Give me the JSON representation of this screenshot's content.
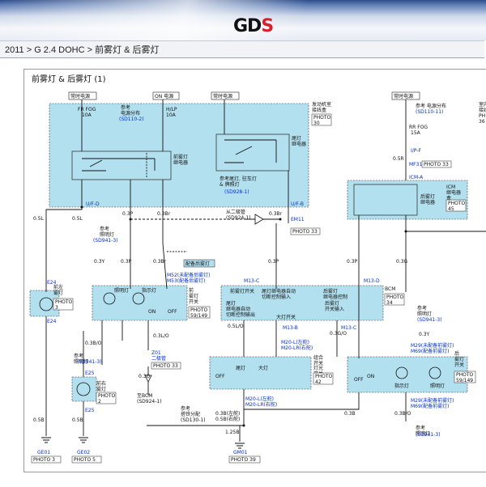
{
  "app": {
    "logo_text": "GD",
    "logo_mark": "S",
    "brand_color": "#d4212a"
  },
  "breadcrumb": "2011 > G 2.4 DOHC > 前雾灯 & 后雾灯",
  "diagram": {
    "title": "前雾灯 & 后雾灯 (1)",
    "hot_label": "常时电源",
    "on_label": "ON 电源",
    "fuse_fog": "FR FOG",
    "fuse_fog_amp": "10A",
    "fuse_hlp": "H/LP",
    "fuse_hlp_amp": "10A",
    "ref_power": "参考\n电源分布",
    "ref_power_code": "(SD110-2)",
    "relay_front": "前雾灯\n继电器",
    "relay_tail": "尾灯\n继电器",
    "ref_tail": "参考尾灯, 驻车灯\n& 牌照灯",
    "ref_tail_code": "(SD928-1)",
    "engine_box": "发动机室\n接线盒",
    "engine_photo": "PHOTO\n30",
    "ref_power2": "参考 电源分布",
    "ref_power2_code": "(SD110-11)",
    "fuse_rr": "RR FOG",
    "fuse_rr_amp": "15A",
    "room_box": "室内\n接线\nPH\n36",
    "icm_title": "ICM\n继电器\n盒",
    "relay_rear": "后雾灯\n继电器",
    "photo45": "PHOTO\n45",
    "photo33a": "PHOTO 33",
    "photo33b": "PHOTO 33",
    "photo33c": "PHOTO 33",
    "connector_uf_d": "U/F-D",
    "connector_uf_b": "U/F-B",
    "connector_uf_f": "I/P-F",
    "connector_mf31": "MF31",
    "connector_icma": "ICM-A",
    "connector_em11": "EM11",
    "from_diode": "从二极管\n(SD924-1)",
    "switch_title": "前\n雾灯\n开关",
    "switch_photo": "PHOTO\n59/149",
    "ref_light": "参考\n照明灯",
    "ref_light_code": "(SD941-3)",
    "m52": "M52(未配备后雾灯)",
    "m53": "M53(配备后雾灯)",
    "with_rear": "配备后雾灯",
    "bcm_title": "BCM",
    "bcm_photo": "PHOTO\n34",
    "bcm_front_sw": "前雾灯开关",
    "bcm_tail_auto": "尾灯继电器自动\n切断控制输入",
    "bcm_rear_sw": "后雾灯\n开关输入",
    "bcm_rear_relay": "后雾灯\n继电器控制",
    "bcm_tail_ctrl": "尾灯\n继电器自动\n切断控制输出",
    "bcm_tail_sw": "大灯开关",
    "m13b": "M13-B",
    "m13c": "M13-C",
    "m13d": "M13-D",
    "m20l": "M20-L(左舵)",
    "m20r": "M20-LR(右舵)",
    "combo_title": "组合\n开关",
    "lamp_switch": "灯光\n开关",
    "photo42": "PHOTO\n42",
    "z01": "Z01\n二极管",
    "to_bcm": "至BCM\n(SD924-1)",
    "ref_ground": "参考\n搭铁分配\n(SD130-1)",
    "gm01": "GM01",
    "photo39": "PHOTO 39",
    "left_fog": "前左\n雾灯",
    "left_photo": "PHOTO\n3",
    "right_fog": "前右\n雾灯",
    "right_photo": "PHOTO\n2",
    "e24": "E24",
    "e25": "E25",
    "ge01": "GE01",
    "ge02": "GE02",
    "photo3": "PHOTO 3",
    "photo5": "PHOTO 5",
    "rear_switch_title": "后\n雾灯\n开关",
    "rear_switch_photo": "PHOTO\n59/149",
    "m29": "M29(未配备前雾灯)",
    "m69": "M69(配备前雾灯)",
    "ind_lamp": "指示灯",
    "illum_lamp": "照明灯",
    "off_label": "OFF",
    "on_switch_label": "ON",
    "tail_label": "尾灯",
    "head_label": "大灯",
    "wires": {
      "w05l": "0.5L",
      "w03y": "0.3Y",
      "w03p": "0.3P",
      "w03br": "0.3Br",
      "w03bo": "0.3B/O",
      "w03lo": "0.3L/O",
      "w03o": "0.3O",
      "w05lo": "0.5L/O",
      "w03go": "0.3G/O",
      "w03g": "0.3G",
      "w05r": "0.5R",
      "w03b": "0.3B",
      "w125b": "1.25B",
      "w05b": "0.5B",
      "w03bl": "0.3B(左舵)",
      "w05br": "0.5B(右舵)"
    }
  }
}
